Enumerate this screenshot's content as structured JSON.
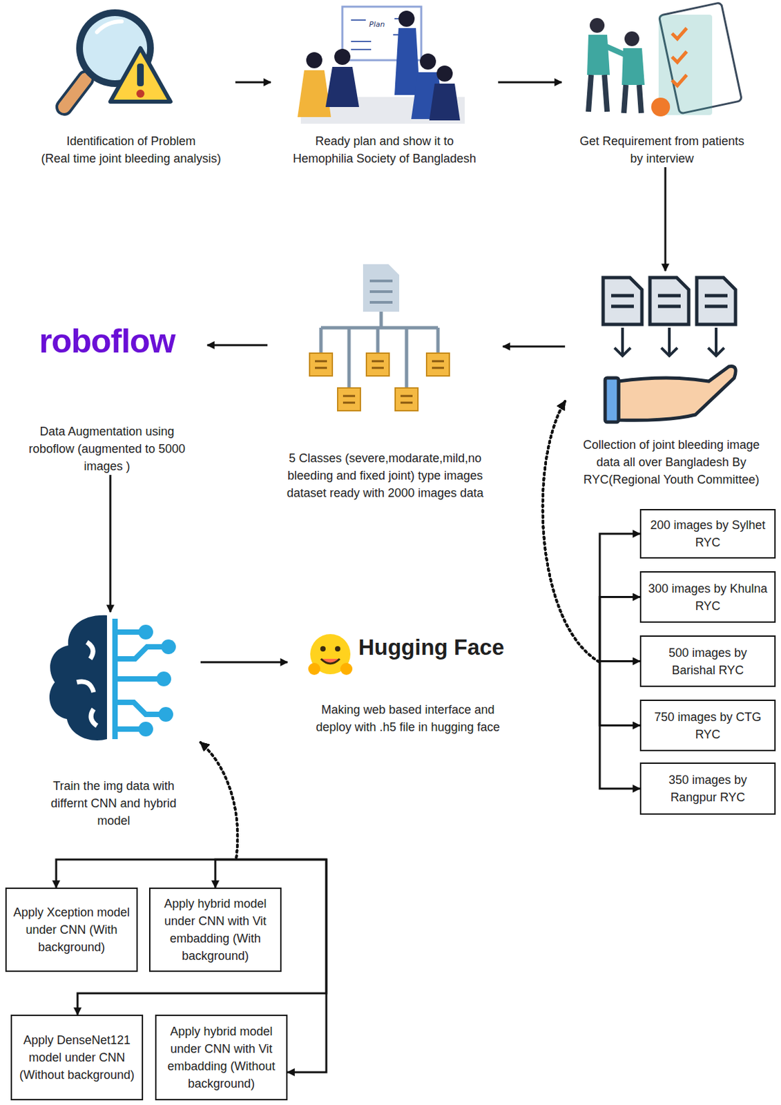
{
  "diagram": {
    "nodes": [
      {
        "text": [
          "Identification of Problem",
          "(Real time joint bleeding analysis)"
        ]
      },
      {
        "text": [
          "Ready plan and show it to Hemophilia Society of Bangladesh"
        ]
      },
      {
        "text": [
          "Get Requirement from patients by interview"
        ]
      },
      {
        "text": [
          "roboflow",
          "Data Augmentation using roboflow (augmented to 5000 images )"
        ]
      },
      {
        "text": [
          "5 Classes (severe,modarate,mild,no bleeding and fixed joint) type images dataset ready with 2000 images data"
        ]
      },
      {
        "text": [
          "Collection of joint bleeding image data all over Bangladesh By RYC(Regional Youth Committee)"
        ]
      },
      {
        "text": [
          "200 images by Sylhet RYC"
        ]
      },
      {
        "text": [
          "300 images by Khulna RYC"
        ]
      },
      {
        "text": [
          "500 images by Barishal RYC"
        ]
      },
      {
        "text": [
          "750 images by CTG RYC"
        ]
      },
      {
        "text": [
          "350 images by Rangpur RYC"
        ]
      },
      {
        "text": [
          "Train the img data with differnt CNN and hybrid model"
        ]
      },
      {
        "text": [
          "Hugging Face",
          "Making web based interface and deploy with .h5 file in hugging face"
        ]
      },
      {
        "text": [
          "Apply Xception model under CNN (With background)"
        ]
      },
      {
        "text": [
          "Apply hybrid model under CNN with Vit embadding (With background)"
        ]
      },
      {
        "text": [
          "Apply DenseNet121 model under CNN (Without background)"
        ]
      },
      {
        "text": [
          "Apply hybrid model under CNN with Vit embadding (Without background)"
        ]
      }
    ],
    "edges": [
      {
        "from": 0,
        "to": 1,
        "arrow": "to"
      },
      {
        "from": 1,
        "to": 2,
        "arrow": "to"
      },
      {
        "from": 2,
        "to": 5,
        "arrow": "to"
      },
      {
        "from": 5,
        "to": 4,
        "arrow": "to"
      },
      {
        "from": 4,
        "to": 3,
        "arrow": "to"
      },
      {
        "from": 3,
        "to": 11,
        "arrow": "to"
      },
      {
        "from": 11,
        "to": 12,
        "arrow": "to"
      },
      {
        "from": 5,
        "to": 6,
        "arrow": "both"
      },
      {
        "from": 5,
        "to": 7,
        "arrow": "both"
      },
      {
        "from": 5,
        "to": 8,
        "arrow": "both"
      },
      {
        "from": 5,
        "to": 9,
        "arrow": "both"
      },
      {
        "from": 5,
        "to": 10,
        "arrow": "both"
      },
      {
        "from": 11,
        "to": 13,
        "arrow": "both"
      },
      {
        "from": 11,
        "to": 14,
        "arrow": "both"
      },
      {
        "from": 11,
        "to": 15,
        "arrow": "both"
      },
      {
        "from": 11,
        "to": 16,
        "arrow": "both"
      }
    ],
    "labels": [
      "Plan"
    ]
  }
}
